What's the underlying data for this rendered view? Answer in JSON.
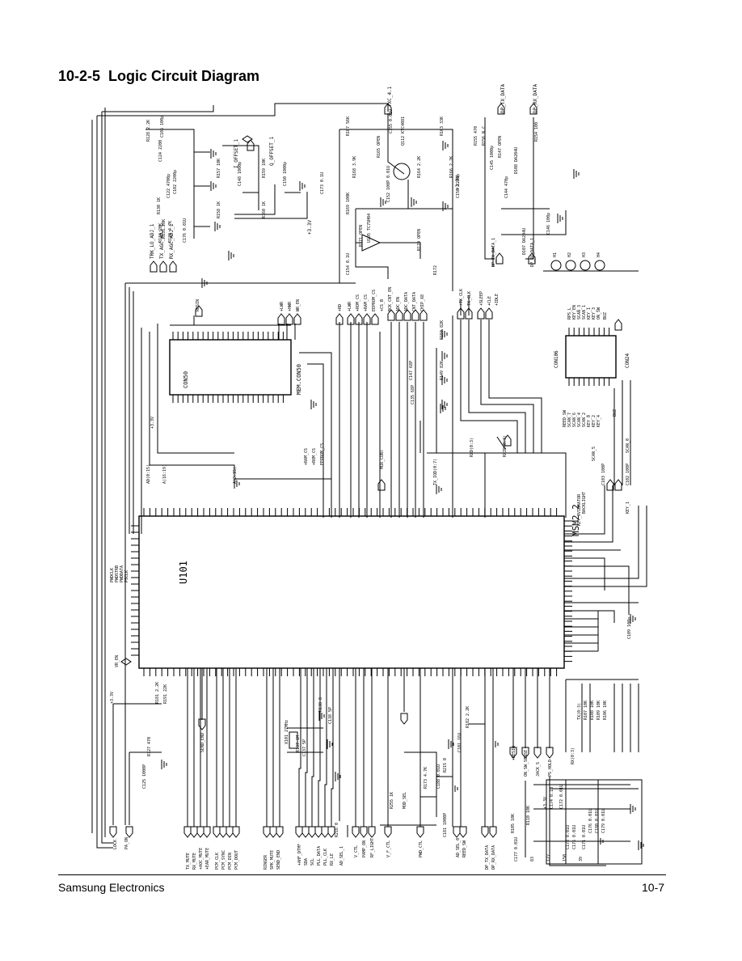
{
  "header": {
    "section_number": "10-2-5",
    "title": "Logic Circuit Diagram"
  },
  "footer": {
    "left": "Samsung Electronics",
    "right": "10-7"
  },
  "diagram": {
    "chips": {
      "main": "U101",
      "memory": "MEM.CON50",
      "memory_part": "CON50",
      "right_chip": "CON106",
      "right_chip_alt": "CON24",
      "ic_label": "MSM2 2"
    },
    "top_labels": [
      "TXC_4.1",
      "DP_TX_DATA",
      "DP_RX_DATA",
      "I_OFFSET_1",
      "Q_OFFSET_1",
      "TRK_LO_ADJ_1",
      "TX_AGC_ADJ_1",
      "RX_AGC_ADJ_1",
      "+3.3V",
      "+3.3V"
    ],
    "top_parts": [
      "R167 56K",
      "R163 33K",
      "C155 0.01U",
      "R168 3.9K",
      "R165 OPEN",
      "Q112 KTC4081",
      "R164 2.2K",
      "R166 2.2K",
      "C156 2200p",
      "C152 100P 0.01U",
      "C173 0.1U",
      "R169 100K",
      "R171 OPEN",
      "U105 TC7SH04",
      "R170 OPEN",
      "C154 0.1U",
      "R172",
      "C145 1000p",
      "R147 OPEN",
      "R155 470",
      "R156 N.C",
      "R154 100",
      "D108 DA204U",
      "D107 DA204U",
      "C144 470p",
      "C146 100p",
      "R157 10K",
      "R158 1K",
      "R159 10K",
      "R160 1K",
      "C148 1000p",
      "C150 1000p",
      "C124 2200",
      "C105 100p",
      "R128 2.2K",
      "R130 1K",
      "C122 4700p",
      "C102 2200p",
      "R133 20K",
      "R134 20K",
      "R129 4.7K",
      "C176 0.01U"
    ],
    "mid_labels": [
      "RESIN",
      "+LWR",
      "+HWR",
      "WR_EN",
      "+RD",
      "+LWR",
      "+ROM_CS",
      "+RAM_CS",
      "EEPROM_CS",
      "+CS_B",
      "BCK_CNT_EN",
      "ADC_EN",
      "ADC_DATA",
      "CNT_DATA",
      "CHIP_X8",
      "+TX_CLK",
      "TX_CLK",
      "+SLEEP",
      "+CLE",
      "+IDLE",
      "R150 82K",
      "C147 68P",
      "R149 82K",
      "C135 68P",
      "A(0:15)",
      "A(16:19)",
      "AD(0:15)",
      "MUX_CONT",
      "+RAM_CS",
      "+ROM_CS",
      "EEPROM_CS",
      "TX_IQD(0:7)",
      "RXD(0:3)",
      "RXID(0:3)",
      "+3.3V"
    ],
    "right_labels": [
      "RPS_L",
      "KEY_EN",
      "SCAN_3",
      "SCAN_1",
      "KEY_1",
      "KEY_3",
      "ON_SW",
      "BUZ",
      "REED_SW",
      "SCAN_7",
      "SCAN_6",
      "SCAN_4",
      "SCAN_2",
      "KEY_0",
      "KEY_2",
      "KEY_4",
      "BUZ",
      "SCAN_5",
      "SCAN_0",
      "C103 100P",
      "C102 100P",
      "VIBRATOR",
      "BACKLIGHT",
      "KEY_0",
      "KEY_1",
      "C109 100p",
      "H1",
      "H2",
      "H3",
      "H4",
      "DP_TX_DATA_1",
      "DP_RX_DATA_1"
    ],
    "left_labels": [
      "PWDCLK",
      "PWDSTRB",
      "PWDDATA",
      "PSCLK",
      "+3.3V",
      "R191 22K",
      "R181 2.2K",
      "R127 470",
      "C125 1000P",
      "LOCK",
      "PA_ON",
      "VR_EN"
    ],
    "bottom_labels": [
      "TX_MUTE",
      "RX_MUTE",
      "+AOC_MUTE",
      "+EAR_MUTE",
      "PCM_CLK",
      "PCM_SYNC",
      "PCM_DIN",
      "PCM_DOUT",
      "RINGER",
      "SPK_MUTE",
      "SEND_END",
      "SEND_END",
      "+AHF_DTMF",
      "SDA",
      "SCL",
      "PLL_DATA",
      "PLL_CLK",
      "RX_LE",
      "R216 0",
      "AD_SEL_1",
      "R138 0",
      "C138 5P",
      "X101 27MHz",
      "R137 1M",
      "C137 5P",
      "V_CTL",
      "PAMP_ON",
      "RF_LIGHT",
      "V_F_CTL",
      "MOD_SEL",
      "PWD_CTL",
      "C181 1000P",
      "R173 4.7K",
      "C188 0.01U",
      "R215 0",
      "R255 1K",
      "AD_SEL_0",
      "REED_SW",
      "C101 16V",
      "R182 2.2K",
      "DP_TX_DATA",
      "DP_RX_DATA",
      "+RESIN",
      "ON_SW_SENSE",
      "JACK_S",
      "PS_HOLD",
      "RX(0:3)",
      "TX(0:3)",
      "R107 10K",
      "R108 10K",
      "R109 10K",
      "R106 10K",
      "R105 10K",
      "R110 10K",
      "+3.3V",
      "C174 0.1U",
      "C172 0.01U",
      "C178 0.01U",
      "C175 0.01U",
      "C171 0.01U",
      "C176 0.01U",
      "C180 0.01U",
      "C179 0.01U",
      "C177 0.01U",
      "83",
      "127",
      "150",
      "39",
      "82"
    ]
  }
}
